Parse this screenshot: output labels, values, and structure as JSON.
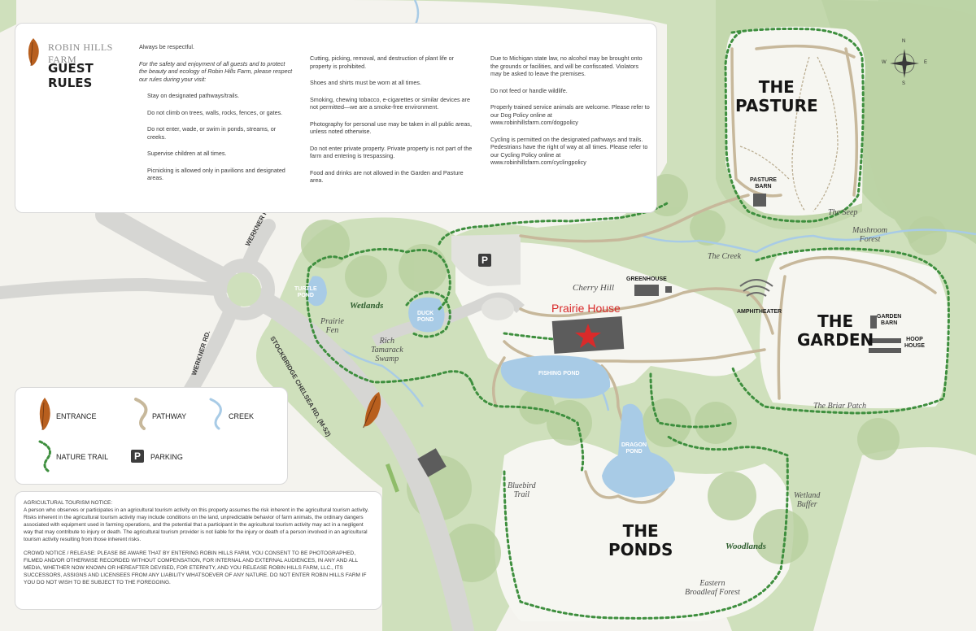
{
  "brand": {
    "name": "ROBIN HILLS FARM",
    "title": "GUEST RULES"
  },
  "rules": {
    "intro": "Always be respectful.",
    "intro_italic": "For the safety and enjoyment of all guests and to protect the beauty and ecology of Robin Hills Farm, please respect our rules during your visit:",
    "col1": [
      "Stay on designated pathways/trails.",
      "Do not climb on trees, walls, rocks, fences, or gates.",
      "Do not enter, wade, or swim in ponds, streams, or creeks.",
      "Supervise children at all times.",
      "Picnicking is allowed only in pavilions and designated areas."
    ],
    "col2": [
      "Cutting, picking, removal, and destruction of plant life or property is prohibited.",
      "Shoes and shirts must be worn at all times.",
      "Smoking, chewing tobacco, e-cigarettes or similar devices are not permitted—we are a smoke-free environment.",
      "Photography for personal use may be taken in all public areas, unless noted otherwise.",
      "Do not enter private property. Private property is not part of the farm and entering is trespassing.",
      "Food and drinks are not allowed in the Garden and Pasture area."
    ],
    "col3": [
      "Due to Michigan state law, no alcohol may be brought onto the grounds or facilities, and will be confiscated. Violators may be asked to leave the premises.",
      "Do not feed or handle wildlife.",
      "Properly trained service animals are welcome. Please refer to our Dog Policy online at",
      "Cycling is permitted on the designated pathways and trails. Pedestrians have the right of way at all times. Please refer to our Cycling Policy online at"
    ],
    "dog_url": "www.robinhillsfarm.com/dogpolicy",
    "cycling_url": "www.robinhillsfarm.com/cyclingpolicy"
  },
  "legend": {
    "entrance": "ENTRANCE",
    "pathway": "PATHWAY",
    "creek": "CREEK",
    "nature_trail": "NATURE TRAIL",
    "parking": "PARKING",
    "parking_symbol": "P"
  },
  "notice": {
    "ag_title": "AGRICULTURAL TOURISM NOTICE:",
    "ag_body": "A person who observes or participates in an agricultural tourism activity on this property assumes the risk inherent in the agricultural tourism activity. Risks inherent in the agricultural tourism activity may include conditions on the land, unpredictable behavior of farm animals, the ordinary dangers associated with equipment used in farming operations, and the potential that a participant in the agricultural tourism activity may act in a negligent way that may contribute to injury or death. The agricultural tourism provider is not liable for the injury or death of a person involved in an agricultural tourism activity resulting from those inherent risks.",
    "crowd": "CROWD NOTICE / RELEASE: PLEASE BE AWARE THAT BY ENTERING ROBIN HILLS FARM, YOU CONSENT TO BE PHOTOGRAPHED, FILMED AND/OR OTHERWISE RECORDED WITHOUT COMPENSATION, FOR INTERNAL AND EXTERNAL AUDIENCES, IN ANY AND ALL MEDIA, WHETHER NOW KNOWN OR HEREAFTER DEVISED, FOR ETERNITY, AND YOU RELEASE ROBIN HILLS FARM, LLC., ITS SUCCESSORS, ASSIGNS AND LICENSEES FROM ANY LIABILITY WHATSOEVER OF ANY NATURE. DO NOT ENTER ROBIN HILLS FARM IF YOU DO NOT WISH TO BE SUBJECT TO THE FOREGOING."
  },
  "map": {
    "areas": {
      "pasture": "THE\nPASTURE",
      "garden": "THE\nGARDEN",
      "ponds": "THE\nPONDS"
    },
    "features": {
      "prairie_house": "Prairie House",
      "cherry_hill": "Cherry Hill",
      "greenhouse": "GREENHOUSE",
      "amphitheater": "AMPHITHEATER",
      "pasture_barn": "PASTURE\nBARN",
      "garden_barn": "GARDEN\nBARN",
      "hoop_house": "HOOP\nHOUSE",
      "the_seep": "The Seep",
      "mushroom_forest": "Mushroom\nForest",
      "the_creek": "The Creek",
      "the_briar_patch": "The Briar Patch",
      "wetlands": "Wetlands",
      "prairie_fen": "Prairie\nFen",
      "rich_tamarack_swamp": "Rich\nTamarack\nSwamp",
      "bluebird_trail": "Bluebird\nTrail",
      "wetland_buffer": "Wetland\nBuffer",
      "woodlands": "Woodlands",
      "eastern_broadleaf_forest": "Eastern\nBroadleaf Forest"
    },
    "ponds": {
      "turtle": "TURTLE\nPOND",
      "duck": "DUCK\nPOND",
      "fishing": "FISHING POND",
      "dragon": "DRAGON\nPOND"
    },
    "roads": {
      "werkner_north": "WERKNER RD.",
      "werkner_south": "WERKNER RD.",
      "stockbridge": "STOCKBRIDGE CHELSEA RD. (M-52)"
    },
    "parking_symbol": "P",
    "compass": {
      "n": "N",
      "s": "S",
      "e": "E",
      "w": "W"
    }
  },
  "colors": {
    "background": "#f4f3ee",
    "forest": "#cfe0bc",
    "forest_dark": "#b9d1a1",
    "road": "#d6d6d3",
    "pathway": "#c7b89b",
    "water": "#a8cbe6",
    "trail": "#3e8f3e",
    "building": "#5c5c5c",
    "star": "#d92a2a",
    "feather": "#b85f1e"
  }
}
